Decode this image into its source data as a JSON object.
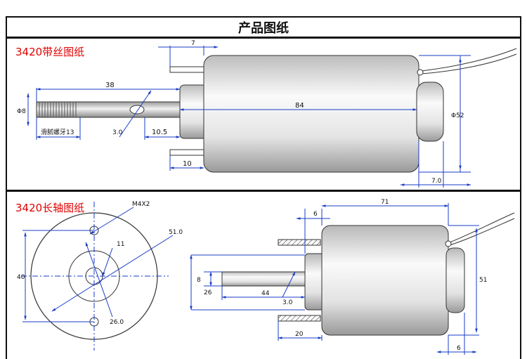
{
  "header": {
    "title": "产品图纸"
  },
  "drawing1": {
    "title": "3420带丝图纸",
    "dims": {
      "d7": "7",
      "d38": "38",
      "d84": "84",
      "phi8": "Φ8",
      "thread": "滑腻螺牙13",
      "d30": "3.0",
      "d105": "10.5",
      "d10": "10",
      "phi52": "Φ52",
      "d70": "7.0"
    }
  },
  "drawing2": {
    "title": "3420长轴图纸",
    "dims": {
      "m4": "M4X2",
      "d51": "51.0",
      "d11": "11",
      "d40": "40",
      "d260": "26.0",
      "d6a": "6",
      "d71": "71",
      "d8": "8",
      "d26": "26",
      "d44": "44",
      "d30": "3.0",
      "d51b": "51",
      "d20": "20",
      "d6b": "6"
    }
  }
}
